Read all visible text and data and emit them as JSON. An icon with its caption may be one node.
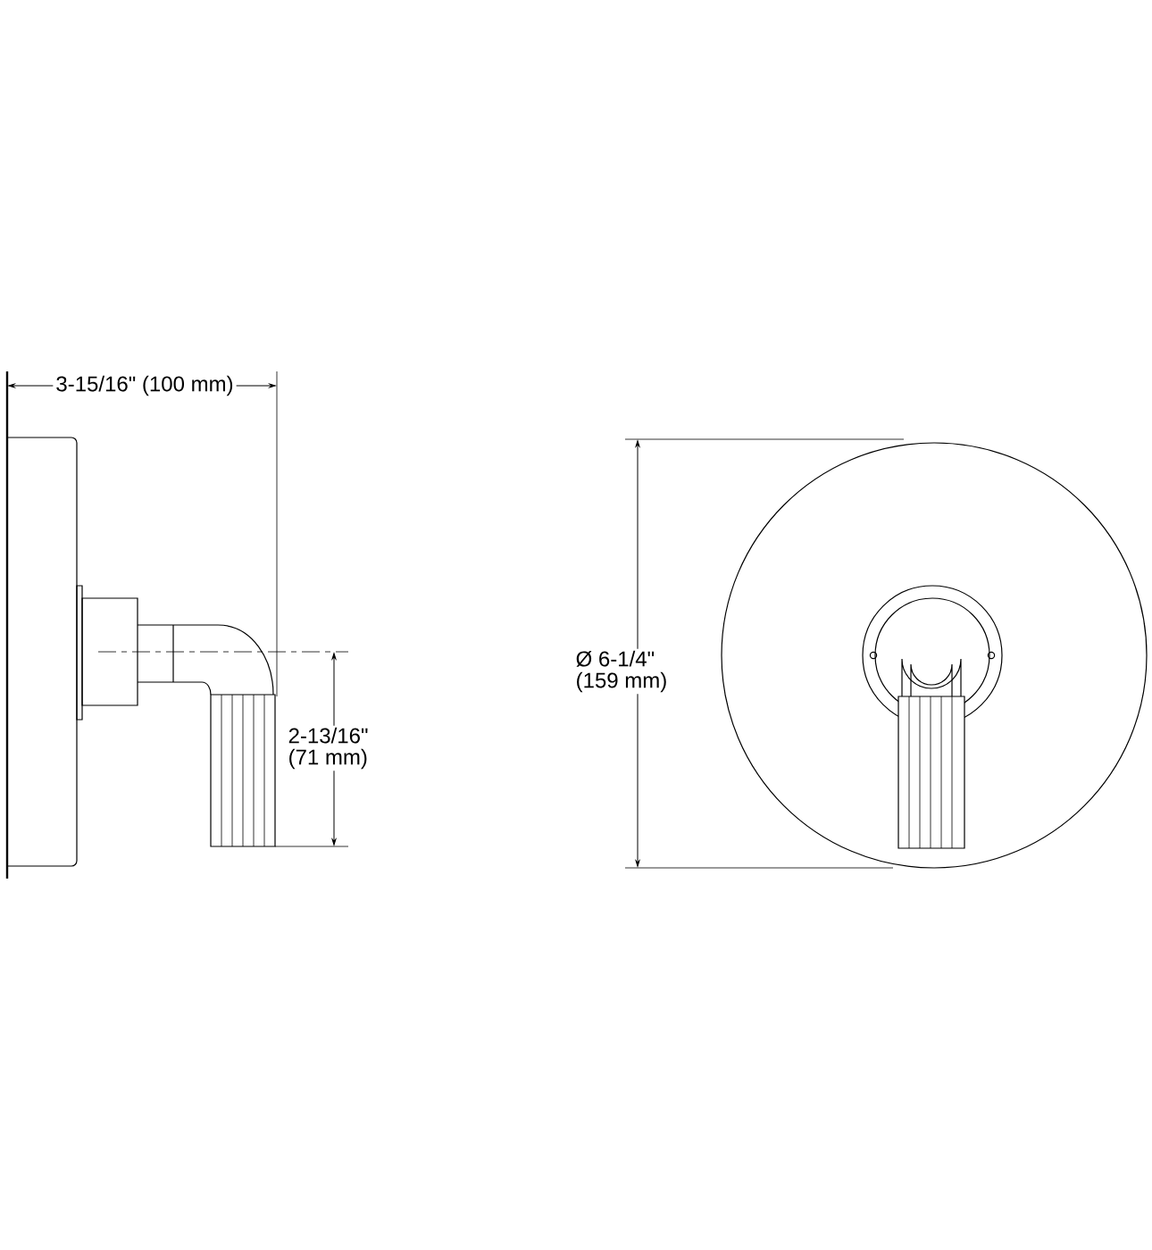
{
  "diagram": {
    "labels": [
      "3-15/16\" (100 mm)",
      "2-13/16\" (71 mm)",
      "Ø 6-1/4\" (159 mm)"
    ]
  }
}
